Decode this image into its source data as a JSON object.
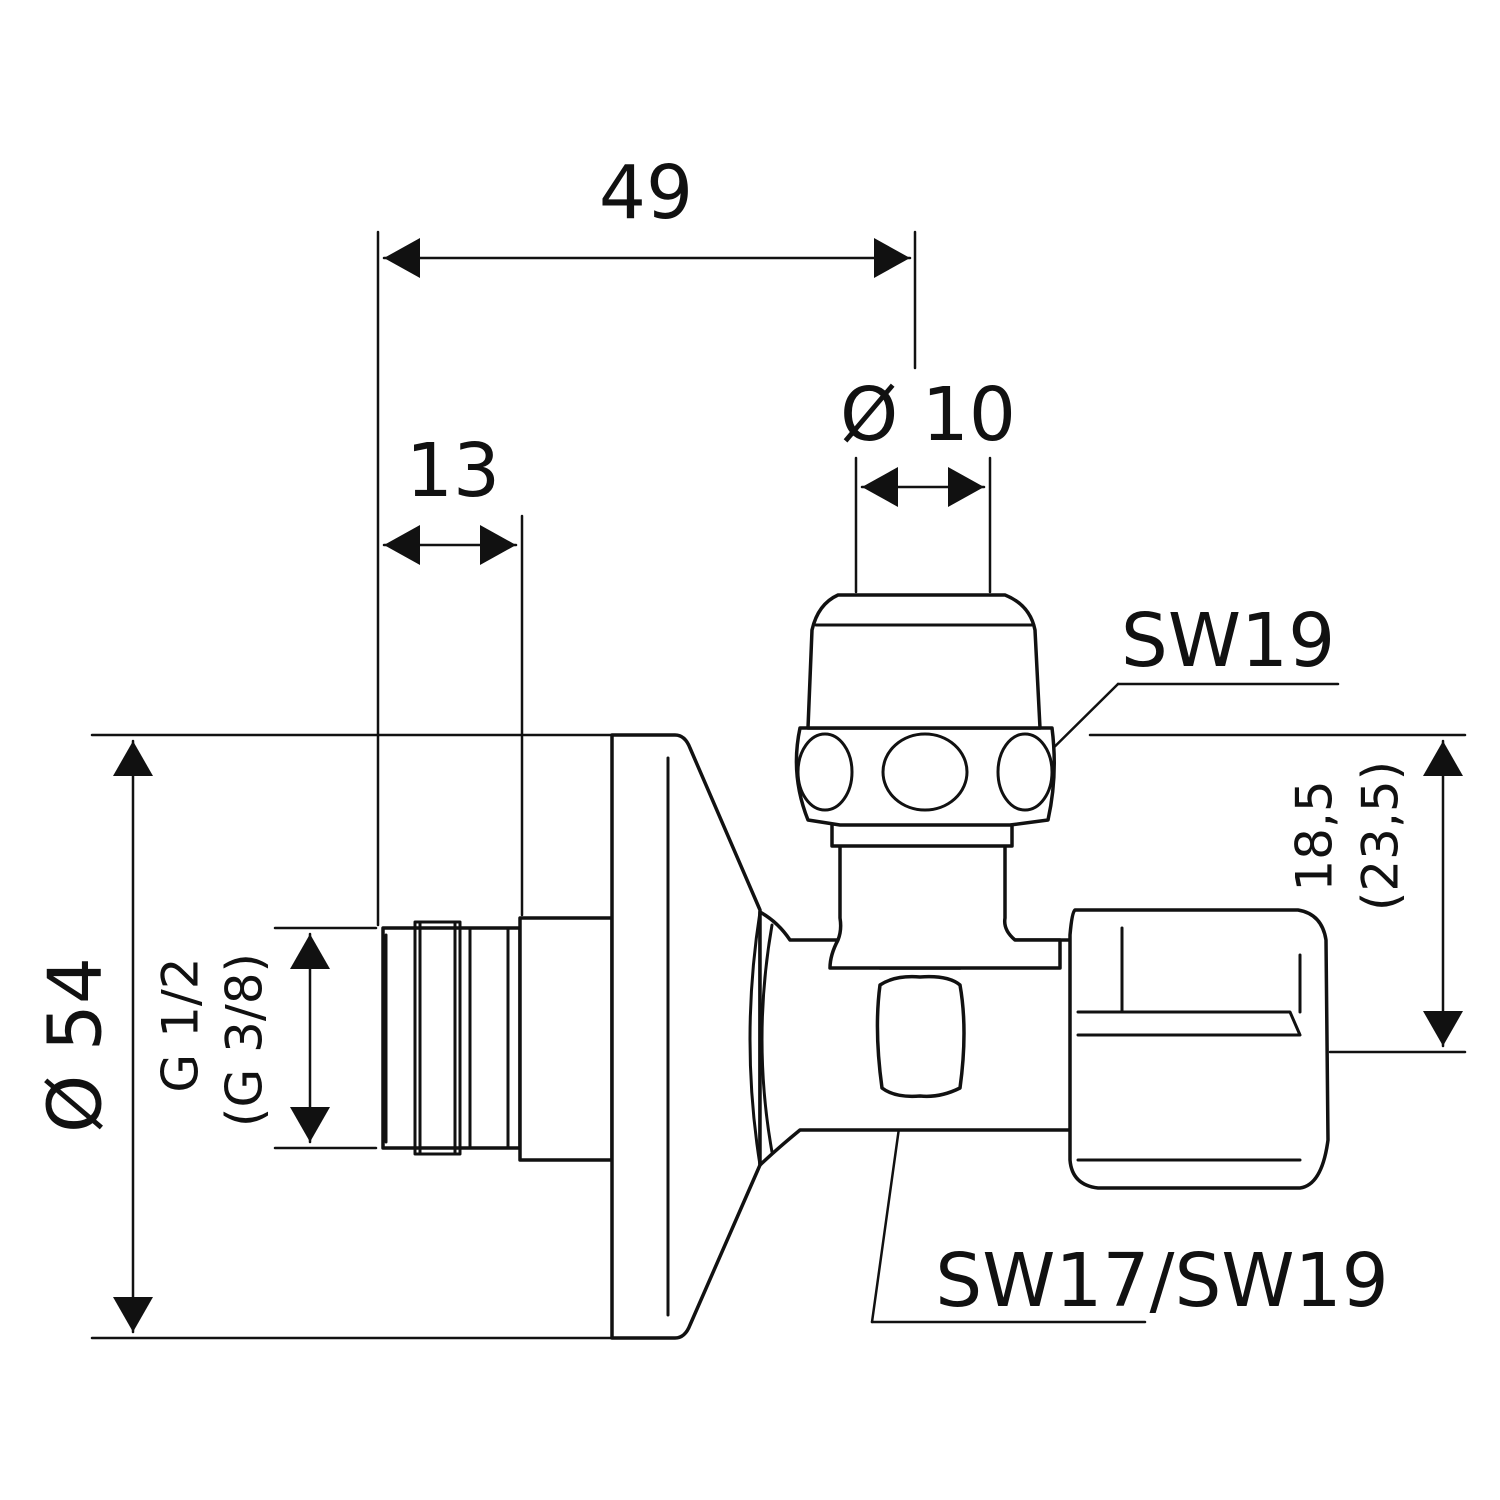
{
  "diagram": {
    "dimensions": {
      "overall_length": "49",
      "thread_length": "13",
      "spindle_diameter": "Ø 10",
      "rosette_diameter": "Ø 54",
      "outlet_height": "18,5",
      "outlet_height_alt": "(23,5)",
      "inlet_thread": "G 1/2",
      "inlet_thread_alt": "(G 3/8)"
    },
    "callouts": {
      "handle_wrench": "SW19",
      "body_wrench": "SW17/SW19"
    }
  }
}
